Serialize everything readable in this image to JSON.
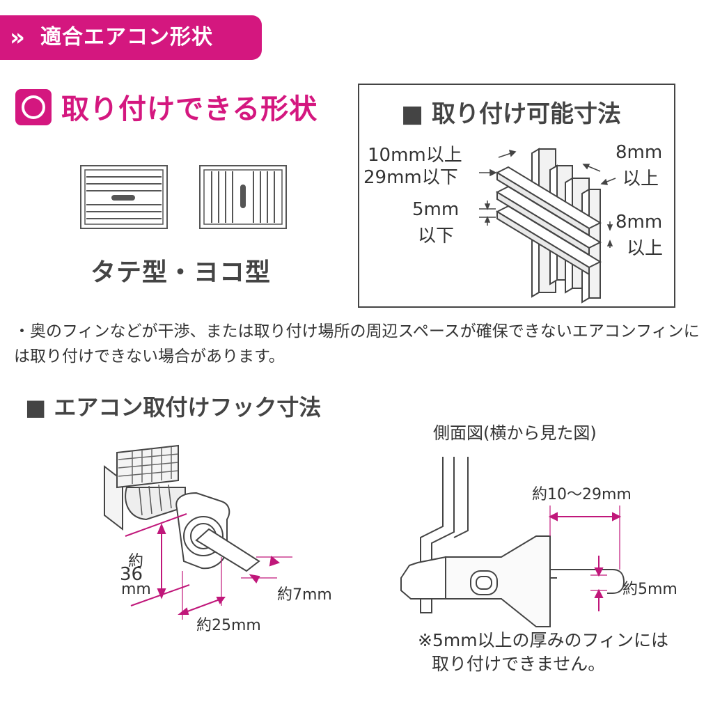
{
  "section1": {
    "chevron": "»",
    "title": "適合エアコン形状"
  },
  "ok_shapes": {
    "title": "取り付けできる形状",
    "shapes_label": "タテ型・ヨコ型"
  },
  "dimension_box": {
    "title": "■ 取り付け可能寸法",
    "fin_gap_line1": "10mm以上",
    "fin_gap_line2": "29mm以下",
    "fin_thickness_line1": "5mm",
    "fin_thickness_line2": "以下",
    "depth_line1": "8mm",
    "depth_line2": "以上",
    "space_line1": "8mm",
    "space_line2": "以上"
  },
  "note": "・奥のフィンなどが干渉、または取り付け場所の周辺スペースが確保できないエアコンフィンには取り付けできない場合があります。",
  "section2": {
    "title": "■ エアコン取付けフック寸法"
  },
  "hook_front": {
    "height_line1": "約",
    "height_line2": "36",
    "height_line3": "mm",
    "width_label": "約25mm",
    "thickness_label": "約7mm"
  },
  "hook_side": {
    "title": "側面図(横から見た図)",
    "range_label": "約10〜29mm",
    "gap_label": "約5mm",
    "warning_line1": "※5mm以上の厚みのフィンには",
    "warning_line2": "取り付けできません。"
  },
  "colors": {
    "accent": "#d4177f",
    "text": "#444444",
    "line": "#555555"
  }
}
